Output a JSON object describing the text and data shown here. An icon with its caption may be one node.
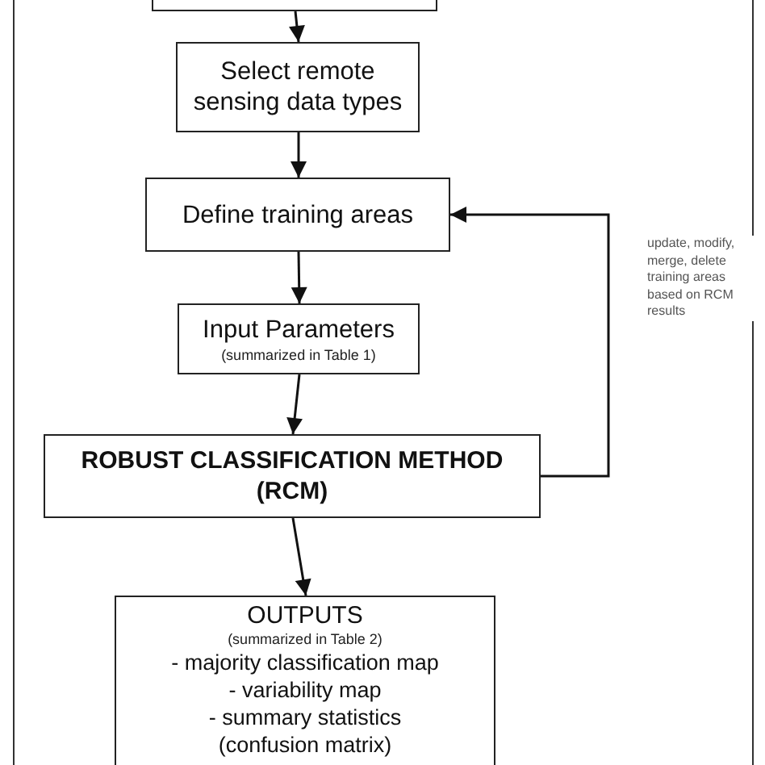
{
  "diagram": {
    "nodes": [
      {
        "text": [],
        "shape": "box"
      },
      {
        "text": [],
        "shape": "box",
        "in": 0
      },
      {
        "text": [
          "Select remote sensing data types"
        ],
        "in": 0
      },
      {
        "text": [
          "Define training areas"
        ],
        "in": 0
      },
      {
        "text": [
          "Input Parameters",
          "(summarized in Table 1)"
        ],
        "in": 0
      },
      {
        "text": [
          "ROBUST CLASSIFICATION METHOD (RCM)"
        ],
        "in": 0
      },
      {
        "text": [
          "OUTPUTS",
          "(summarized in Table 2)",
          "- majority classification map",
          "- variability map",
          "- summary statistics",
          "(confusion matrix)"
        ],
        "in": 0
      }
    ],
    "edges": [
      {
        "from": 1,
        "to": 2,
        "arrow": "to"
      },
      {
        "from": 2,
        "to": 3,
        "arrow": "to"
      },
      {
        "from": 3,
        "to": 4,
        "arrow": "to"
      },
      {
        "from": 4,
        "to": 5,
        "arrow": "to"
      },
      {
        "from": 5,
        "to": 6,
        "arrow": "to"
      },
      {
        "from": 5,
        "to": 3,
        "arrow": "to",
        "label": "update, modify, merge, delete training areas based on RCM results"
      }
    ]
  }
}
